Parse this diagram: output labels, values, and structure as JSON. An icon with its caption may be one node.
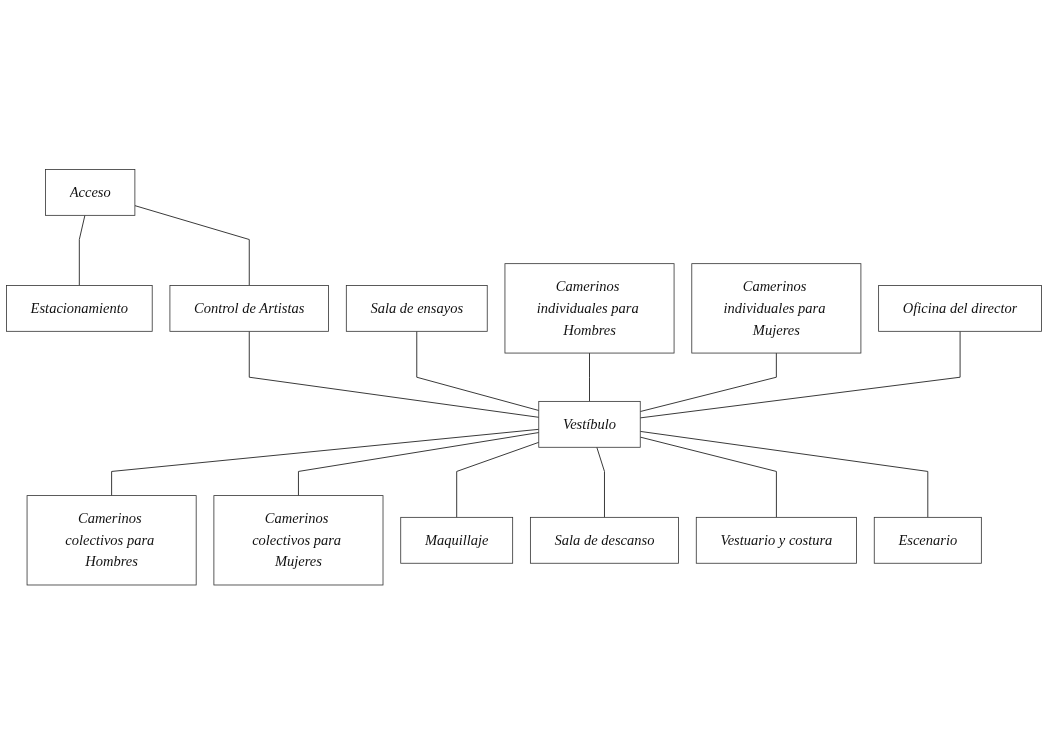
{
  "diagram": {
    "nodes": [
      {
        "text": [
          "Acceso"
        ]
      },
      {
        "text": [
          "Estacionamiento"
        ]
      },
      {
        "text": [
          "Control de Artistas"
        ]
      },
      {
        "text": [
          "Sala de ensayos"
        ]
      },
      {
        "text": [
          "Camerinos colectivos para Hombres"
        ]
      },
      {
        "text": [
          "Camerinos individuales para Hombres"
        ]
      },
      {
        "text": [
          "Camerinos colectivos para Mujeres"
        ]
      },
      {
        "text": [
          "Vestíbulo"
        ]
      },
      {
        "text": [
          "Camerinos individuales para Mujeres"
        ]
      },
      {
        "text": [
          "Maquillaje"
        ]
      },
      {
        "text": [
          "Oficina del director"
        ]
      },
      {
        "text": [
          "Escenario"
        ]
      },
      {
        "text": [
          "Sala de descanso"
        ]
      },
      {
        "text": [
          "Vestuario y costura"
        ]
      }
    ],
    "edges": [
      {
        "from": 0,
        "to": 1,
        "arrow": "none"
      },
      {
        "from": 0,
        "to": 2,
        "arrow": "none"
      },
      {
        "from": 2,
        "to": 7,
        "arrow": "none"
      },
      {
        "from": 3,
        "to": 7,
        "arrow": "none"
      },
      {
        "from": 5,
        "to": 7,
        "arrow": "none"
      },
      {
        "from": 8,
        "to": 7,
        "arrow": "none"
      },
      {
        "from": 10,
        "to": 7,
        "arrow": "none"
      },
      {
        "from": 7,
        "to": 4,
        "arrow": "none"
      },
      {
        "from": 7,
        "to": 6,
        "arrow": "none"
      },
      {
        "from": 7,
        "to": 9,
        "arrow": "none"
      },
      {
        "from": 7,
        "to": 12,
        "arrow": "none"
      },
      {
        "from": 7,
        "to": 13,
        "arrow": "none"
      },
      {
        "from": 7,
        "to": 11,
        "arrow": "none"
      }
    ]
  }
}
